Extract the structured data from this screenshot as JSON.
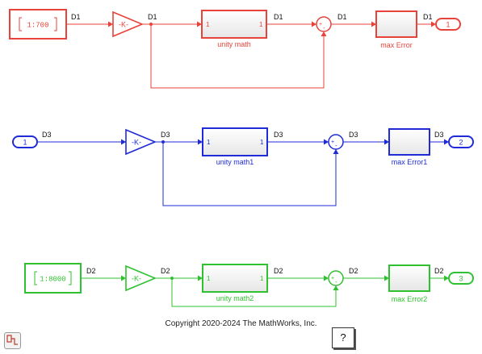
{
  "rows": [
    {
      "id": "row1",
      "color": "#e8433a",
      "source_type": "constant",
      "source_label": "1:700",
      "gain_label": "-K-",
      "subsystem_name": "unity math",
      "subsystem_port_in": "1",
      "subsystem_port_out": "1",
      "sum_signs": "+-",
      "error_block_name": "max Error",
      "outport_number": "1",
      "signal_label": "D1"
    },
    {
      "id": "row2",
      "color": "#1f2bd6",
      "source_type": "inport",
      "source_label": "1",
      "gain_label": "-K-",
      "subsystem_name": "unity math1",
      "subsystem_port_in": "1",
      "subsystem_port_out": "1",
      "sum_signs": "+-",
      "error_block_name": "max Error1",
      "outport_number": "2",
      "signal_label": "D3"
    },
    {
      "id": "row3",
      "color": "#2fc12f",
      "source_type": "constant",
      "source_label": "1:8000",
      "gain_label": "-K-",
      "subsystem_name": "unity math2",
      "subsystem_port_in": "1",
      "subsystem_port_out": "1",
      "sum_signs": "+-",
      "error_block_name": "max Error2",
      "outport_number": "3",
      "signal_label": "D2"
    }
  ],
  "footer": {
    "copyright": "Copyright 2020-2024 The MathWorks, Inc.",
    "help_label": "?"
  },
  "icons": {
    "help": "help-icon",
    "navigate": "model-browser-icon"
  }
}
